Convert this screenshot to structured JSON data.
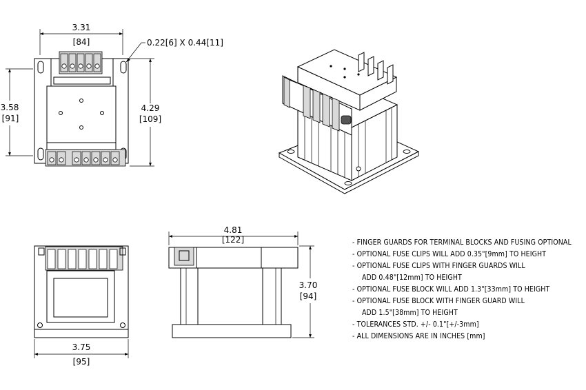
{
  "top_view": {
    "width_in": "3.31",
    "width_mm": "[84]",
    "slot_label": "0.22[6] X 0.44[11]",
    "left_h_in": "3.58",
    "left_h_mm": "[91]",
    "right_h_in": "4.29",
    "right_h_mm": "[109]"
  },
  "front_view": {
    "width_in": "3.75",
    "width_mm": "[95]"
  },
  "side_view": {
    "width_in": "4.81",
    "width_mm": "[122]",
    "height_in": "3.70",
    "height_mm": "[94]"
  },
  "notes": [
    "- FINGER GUARDS FOR TERMINAL BLOCKS AND FUSING OPTIONAL",
    "- OPTIONAL FUSE CLIPS WILL ADD 0.35\"[9mm] TO HEIGHT",
    "- OPTIONAL FUSE CLIPS WITH FINGER GUARDS WILL",
    "ADD 0.48\"[12mm] TO HEIGHT",
    "- OPTIONAL FUSE BLOCK WILL ADD 1.3\"[33mm] TO HEIGHT",
    "- OPTIONAL FUSE BLOCK WITH FINGER GUARD WILL",
    "ADD 1.5\"[38mm] TO HEIGHT",
    "- TOLERANCES STD. +/- 0.1\"[+/-3mm]",
    "- ALL DIMENSIONS ARE IN INCHES [mm]"
  ]
}
